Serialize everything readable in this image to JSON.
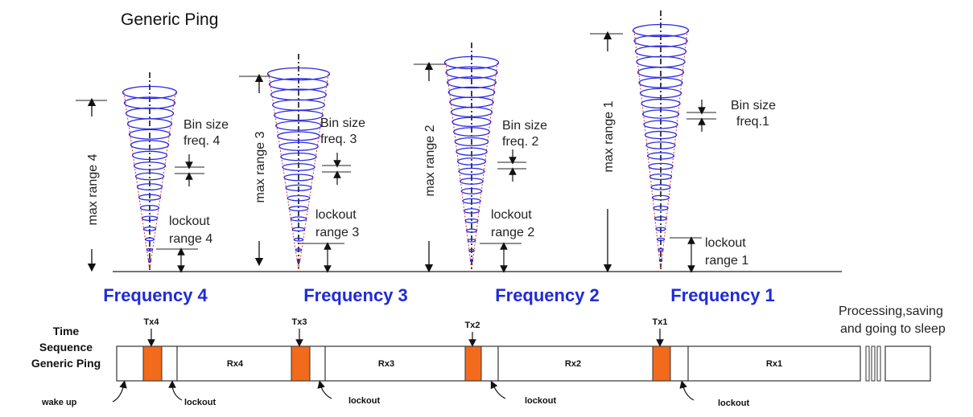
{
  "title": "Generic Ping",
  "cones": [
    {
      "id": "4",
      "frequency_label": "Frequency 4",
      "max_range_label": "max range 4",
      "bin_size_label": [
        "Bin size",
        "freq. 4"
      ],
      "lockout_label": [
        "lockout",
        "range 4"
      ]
    },
    {
      "id": "3",
      "frequency_label": "Frequency 3",
      "max_range_label": "max range 3",
      "bin_size_label": [
        "Bin size",
        "freq. 3"
      ],
      "lockout_label": [
        "lockout",
        "range 3"
      ]
    },
    {
      "id": "2",
      "frequency_label": "Frequency 2",
      "max_range_label": "max range 2",
      "bin_size_label": [
        "Bin size",
        "freq. 2"
      ],
      "lockout_label": [
        "lockout",
        "range 2"
      ]
    },
    {
      "id": "1",
      "frequency_label": "Frequency 1",
      "max_range_label": "max range 1",
      "bin_size_label": [
        "Bin size",
        "freq.1"
      ],
      "lockout_label": [
        "lockout",
        "range 1"
      ]
    }
  ],
  "time_sequence": {
    "heading": [
      "Time",
      "Sequence",
      "Generic Ping"
    ],
    "tx_labels": [
      "Tx4",
      "Tx3",
      "Tx2",
      "Tx1"
    ],
    "rx_labels": [
      "Rx4",
      "Rx3",
      "Rx2",
      "Rx1"
    ],
    "wake_up_label": "wake up",
    "lockout_label": "lockout",
    "processing_label": [
      "Processing,saving",
      "and going to sleep"
    ]
  },
  "colors": {
    "beam": "#2a2ae0",
    "beam_edge": "#e0322a",
    "frequency_text": "#1f2bd6",
    "tx_block": "#f26a1b",
    "line": "#222222"
  }
}
